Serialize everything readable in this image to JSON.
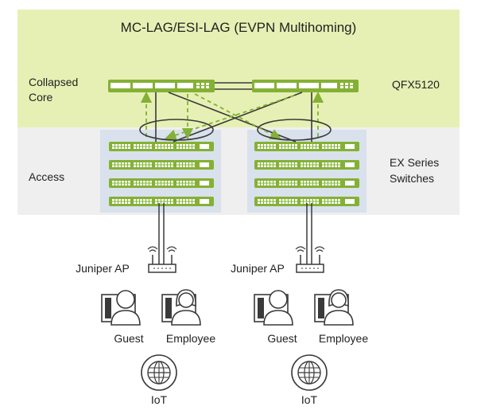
{
  "title": "MC-LAG/ESI-LAG (EVPN Multihoming)",
  "layers": {
    "core_label_line1": "Collapsed",
    "core_label_line2": "Core",
    "core_device": "QFX5120",
    "access_label": "Access",
    "access_device_line1": "EX Series",
    "access_device_line2": "Switches"
  },
  "left_site": {
    "ap_label": "Juniper AP",
    "guest_label": "Guest",
    "employee_label": "Employee",
    "iot_label": "IoT"
  },
  "right_site": {
    "ap_label": "Juniper AP",
    "guest_label": "Guest",
    "employee_label": "Employee",
    "iot_label": "IoT"
  },
  "colors": {
    "core_band": "#e6f0b4",
    "access_band": "#efefef",
    "stack_bg": "#d9e1ec",
    "accent": "#84b135",
    "line": "#3a3a3a"
  },
  "icons": {
    "switch": "switch-icon",
    "access_point": "access-point-icon",
    "user": "user-icon",
    "iot": "globe-icon"
  }
}
